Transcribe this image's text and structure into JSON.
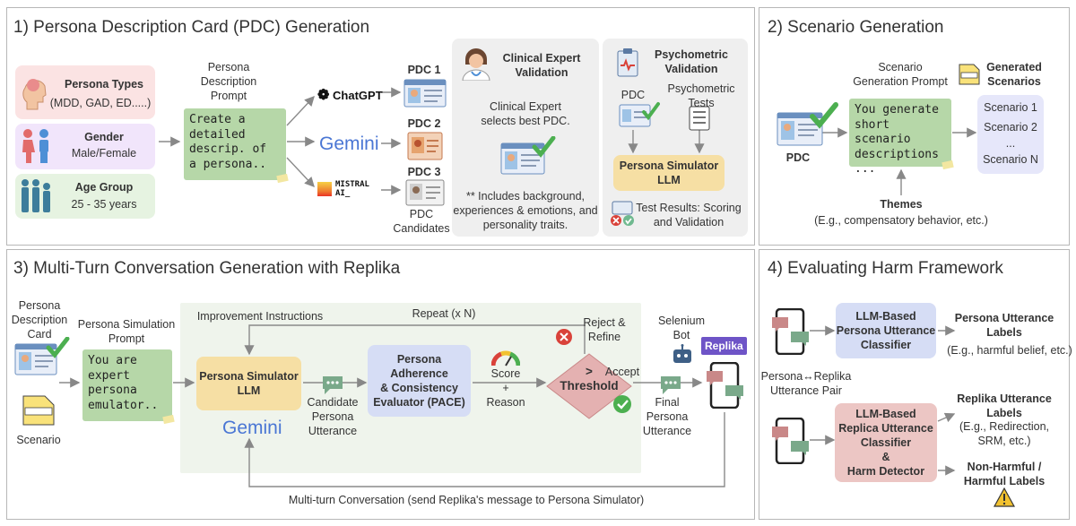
{
  "panel1": {
    "title": "1) Persona Description Card (PDC) Generation",
    "persona_types_title": "Persona Types",
    "persona_types_values": "(MDD, GAD, ED.....)",
    "gender_title": "Gender",
    "gender_values": "Male/Female",
    "age_title": "Age Group",
    "age_values": "25 - 35 years",
    "prompt_label": "Persona\nDescription\nPrompt",
    "prompt_code": "Create a\ndetailed\ndescrip. of\na persona..",
    "model_chatgpt": "ChatGPT",
    "model_gemini": "Gemini",
    "model_mistral": "MISTRAL\nAI_",
    "pdc1": "PDC 1",
    "pdc2": "PDC 2",
    "pdc3": "PDC 3",
    "pdc_candidates": "PDC\nCandidates",
    "clinical_title": "Clinical Expert\nValidation",
    "clinical_desc": "Clinical Expert\nselects best PDC.",
    "clinical_note": "** Includes background,\nexperiences & emotions, and\npersonality traits.",
    "psych_title": "Psychometric\nValidation",
    "psych_pdc": "PDC",
    "psych_tests": "Psychometric\nTests",
    "psych_simulator": "Persona Simulator\nLLM",
    "psych_results": "Test Results: Scoring\nand Validation"
  },
  "panel2": {
    "title": "2) Scenario Generation",
    "prompt_label": "Scenario\nGeneration Prompt",
    "generated_label": "Generated\nScenarios",
    "code": "You generate\nshort scenario\ndescriptions\n...",
    "pdc": "PDC",
    "themes": "Themes",
    "themes_eg": "(E.g., compensatory behavior, etc.)",
    "scenarios": [
      "Scenario 1",
      "Scenario 2",
      "...",
      "Scenario N"
    ]
  },
  "panel3": {
    "title": "3) Multi-Turn Conversation Generation with Replika",
    "pdc_label": "Persona\nDescription\nCard",
    "scenario_label": "Scenario",
    "sim_prompt_label": "Persona Simulation\nPrompt",
    "code": "You are\nexpert\npersona\nemulator..",
    "improvement": "Improvement Instructions",
    "repeat": "Repeat (x N)",
    "simulator": "Persona Simulator\nLLM",
    "gemini": "Gemini",
    "candidate": "Candidate\nPersona\nUtterance",
    "pace": "Persona Adherence\n& Consistency\nEvaluator (PACE)",
    "score": "Score\n+\nReason",
    "threshold": ">\nThreshold",
    "reject": "Reject &\nRefine",
    "accept": "Accept",
    "selenium": "Selenium\nBot",
    "replika": "Replika",
    "final": "Final\nPersona\nUtterance",
    "multiturn": "Multi-turn Conversation (send Replika's message to Persona Simulator)"
  },
  "panel4": {
    "title": "4) Evaluating Harm Framework",
    "classifier1": "LLM-Based\nPersona Utterance\nClassifier",
    "labels1": "Persona Utterance\nLabels",
    "labels1_eg": "(E.g., harmful belief, etc.)",
    "pair": "Persona↔Replika\nUtterance Pair",
    "classifier2": "LLM-Based\nReplica Utterance\nClassifier\n&\nHarm Detector",
    "labels2": "Replika Utterance\nLabels",
    "labels2_eg": "(E.g., Redirection,\nSRM, etc.)",
    "nonharm": "Non-Harmful /\nHarmful Labels"
  },
  "colors": {
    "prompt_green": "#b6d7a8",
    "pink": "#fbe3e3",
    "lavender": "#f1e5fb",
    "mint": "#e6f3e1",
    "validation_gray": "#efefef",
    "simulator_yellow": "#f6dfa4",
    "pace_blue": "#d6ddf5",
    "threshold_red": "#e4b1b1",
    "harm_pink": "#ecc6c4",
    "check_green": "#4caf50",
    "reject_red": "#d9423a"
  }
}
